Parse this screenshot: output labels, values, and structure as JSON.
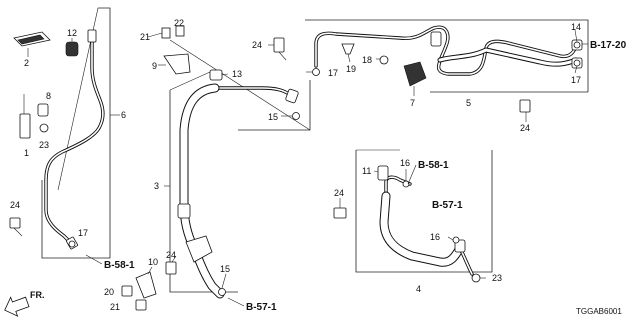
{
  "diagram": {
    "catalog_code": "TGGAB6001",
    "front_label": "FR.",
    "references": {
      "b_17_20": "B-17-20",
      "b_58_1_top": "B-58-1",
      "b_57_1_right": "B-57-1",
      "b_58_1_left": "B-58-1",
      "b_57_1_bottom": "B-57-1"
    },
    "callouts": {
      "c1": "1",
      "c2": "2",
      "c3": "3",
      "c4": "4",
      "c5": "5",
      "c6": "6",
      "c7": "7",
      "c8": "8",
      "c9": "9",
      "c10": "10",
      "c11": "11",
      "c12": "12",
      "c13": "13",
      "c14": "14",
      "c15a": "15",
      "c15b": "15",
      "c16a": "16",
      "c16b": "16",
      "c17a": "17",
      "c17b": "17",
      "c17c": "17",
      "c18": "18",
      "c19": "19",
      "c20": "20",
      "c21a": "21",
      "c21b": "21",
      "c22": "22",
      "c23a": "23",
      "c23b": "23",
      "c24a": "24",
      "c24b": "24",
      "c24c": "24",
      "c24d": "24",
      "c24e": "24"
    }
  }
}
